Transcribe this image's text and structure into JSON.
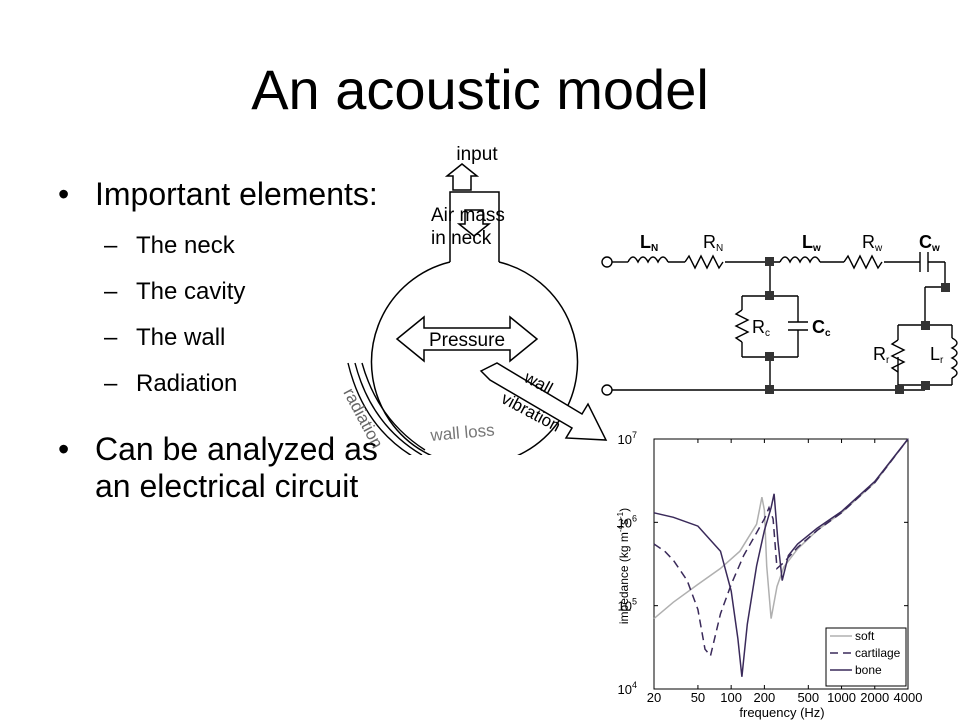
{
  "slide": {
    "title": "An acoustic model",
    "bullets": [
      {
        "text": "Important elements:",
        "sub": [
          "The neck",
          "The cavity",
          "The wall",
          "Radiation"
        ]
      },
      {
        "text": "Can be analyzed as an electrical circuit",
        "sub": []
      }
    ]
  },
  "model_diagram": {
    "input": "input",
    "air_mass": "Air mass in neck",
    "pressure": "Pressure",
    "radiation": "radiation",
    "wall_vibration": "wall vibration",
    "wall_loss": "wall loss"
  },
  "circuit": {
    "L_N": "L",
    "L_N_sub": "N",
    "R_N": "R",
    "R_N_sub": "N",
    "L_w": "L",
    "L_w_sub": "w",
    "R_w": "R",
    "R_w_sub": "w",
    "C_w": "C",
    "C_w_sub": "w",
    "R_c": "R",
    "R_c_sub": "c",
    "C_c": "C",
    "C_c_sub": "c",
    "R_r": "R",
    "R_r_sub": "r",
    "L_r": "L",
    "L_r_sub": "r"
  },
  "chart_data": {
    "type": "line",
    "xlabel": "frequency (Hz)",
    "ylabel_main": "impedance (kg m",
    "ylabel_sup1": "-4",
    "ylabel_mid": "s",
    "ylabel_sup2": "-1",
    "ylabel_end": ")",
    "x_scale": "log",
    "y_scale": "log",
    "xlim": [
      20,
      4000
    ],
    "ylim": [
      10000,
      10000000
    ],
    "x_ticks": [
      "20",
      "50",
      "100",
      "200",
      "500",
      "1000",
      "2000",
      "4000"
    ],
    "y_ticks": [
      {
        "base": "10",
        "exp": "4"
      },
      {
        "base": "10",
        "exp": "5"
      },
      {
        "base": "10",
        "exp": "6"
      },
      {
        "base": "10",
        "exp": "7"
      }
    ],
    "legend_position": "bottom-right",
    "series": [
      {
        "name": "soft",
        "color": "#b0b0b0",
        "x": [
          20,
          30,
          50,
          80,
          120,
          170,
          190,
          200,
          210,
          230,
          260,
          300,
          400,
          600,
          1000,
          2000,
          4000
        ],
        "y": [
          70000,
          110000,
          180000,
          280000,
          450000,
          950000,
          2000000,
          1400000,
          300000,
          70000,
          170000,
          290000,
          480000,
          800000,
          1300000,
          3000000,
          10000000
        ]
      },
      {
        "name": "cartilage",
        "color": "#3a2a5a",
        "dash": "8,5",
        "x": [
          20,
          25,
          30,
          40,
          50,
          58,
          65,
          80,
          100,
          130,
          170,
          200,
          220,
          240,
          260,
          300,
          400,
          600,
          1000,
          2000,
          4000
        ],
        "y": [
          550000,
          450000,
          350000,
          200000,
          90000,
          30000,
          25000,
          80000,
          180000,
          400000,
          750000,
          1100000,
          1500000,
          1100000,
          280000,
          330000,
          500000,
          800000,
          1300000,
          3000000,
          10000000
        ]
      },
      {
        "name": "bone",
        "color": "#3a2a5a",
        "x": [
          20,
          30,
          50,
          80,
          100,
          115,
          125,
          140,
          170,
          200,
          230,
          245,
          265,
          290,
          330,
          400,
          600,
          1000,
          2000,
          4000
        ],
        "y": [
          1300000,
          1150000,
          900000,
          450000,
          150000,
          40000,
          14000,
          60000,
          300000,
          800000,
          1500000,
          2200000,
          600000,
          200000,
          400000,
          550000,
          850000,
          1350000,
          3100000,
          10000000
        ]
      }
    ]
  }
}
